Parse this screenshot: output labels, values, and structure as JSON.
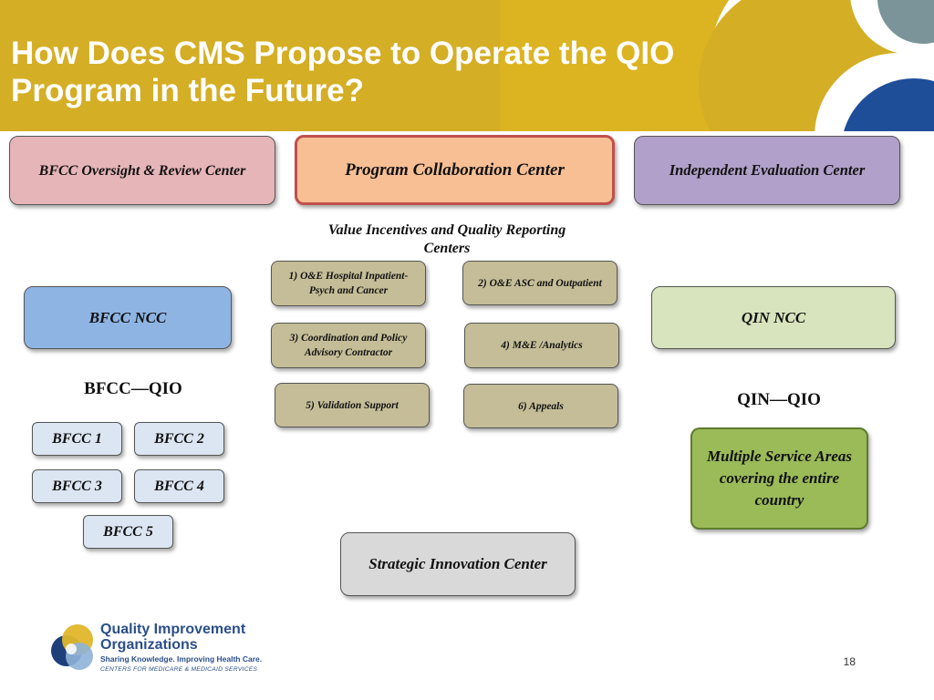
{
  "slide": {
    "title": "How Does CMS Propose to Operate the QIO Program in the Future?",
    "page_number": "18"
  },
  "colors": {
    "header_gold": "#d4ae25",
    "oversight_pink": "#e6b5b8",
    "collaboration_orange": "#f8bf94",
    "evaluation_purple": "#b1a0c9",
    "qio_tan": "#c4bd97",
    "bfcc_ncc_blue": "#8eb4e3",
    "qin_ncc_green": "#d7e4bd",
    "service_areas_green": "#9bbb59",
    "strategic_gray": "#d9d9d9"
  },
  "top_centers": {
    "bfcc_oversight": "BFCC Oversight & Review Center",
    "program_collaboration": "Program Collaboration Center",
    "independent_evaluation": "Independent Evaluation Center"
  },
  "value_incentives": {
    "label": "Value Incentives and Quality Reporting Centers",
    "items": [
      "1) O&E Hospital Inpatient-Psych and Cancer",
      "2) O&E ASC and Outpatient",
      "3) Coordination and Policy Advisory Contractor",
      "4) M&E /Analytics",
      "5) Validation Support",
      "6) Appeals"
    ]
  },
  "bfcc": {
    "ncc": "BFCC NCC",
    "qio_label": "BFCC—QIO",
    "units": [
      "BFCC 1",
      "BFCC 2",
      "BFCC 3",
      "BFCC 4",
      "BFCC 5"
    ]
  },
  "qin": {
    "ncc": "QIN NCC",
    "qio_label": "QIN—QIO",
    "service_areas": "Multiple Service Areas covering the entire country"
  },
  "strategic_innovation": "Strategic Innovation Center",
  "logo": {
    "name_line1": "Quality Improvement",
    "name_line2": "Organizations",
    "tagline": "Sharing Knowledge. Improving Health Care.",
    "sub": "CENTERS FOR MEDICARE & MEDICAID SERVICES"
  }
}
